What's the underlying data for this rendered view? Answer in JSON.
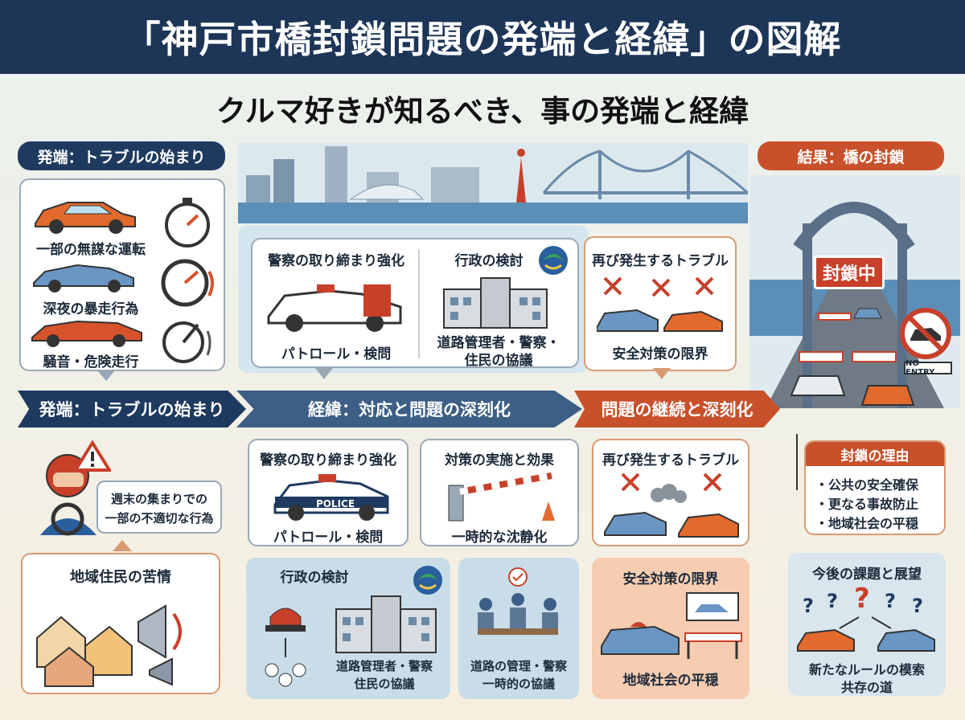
{
  "title": "「神戸市橋封鎖問題の発端と経緯」の図解",
  "subtitle": "クルマ好きが知るべき、事の発端と経緯",
  "left": {
    "header": "発端：トラブルの始まり",
    "items": [
      "一部の無謀な運転",
      "深夜の暴走行為",
      "騒音・危険走行"
    ],
    "speech": [
      "週末の集まりでの",
      "一部の不適切な行為"
    ],
    "complaints_title": "地域住民の苦情"
  },
  "top_mid": {
    "police_title": "警察の取り締まり強化",
    "police_caption": "パトロール・検問",
    "gov_title": "行政の検討",
    "gov_caption": [
      "道路管理者・警察・",
      "住民の協議"
    ]
  },
  "top_right": {
    "title": "再び発生するトラブル",
    "caption": "安全対策の限界"
  },
  "result": {
    "header": "結果：橋の封鎖",
    "sign": "封鎖中",
    "no_entry": "NO ENTRY",
    "reasons_title": "封鎖の理由",
    "reasons": [
      "・公共の安全確保",
      "・更なる事故防止",
      "・地域社会の平穏"
    ]
  },
  "flow": {
    "step1": "発端：トラブルの始まり",
    "step2": "経緯：対応と問題の深刻化",
    "step3": "問題の継続と深刻化"
  },
  "mid": {
    "police_title": "警察の取り締まり強化",
    "police_car_text": "POLICE",
    "police_caption": "パトロール・検問",
    "measures_title": "対策の実施と効果",
    "measures_caption": "一時的な沈静化",
    "gov_title": "行政の検討",
    "gov_caption": [
      "道路管理者・警察",
      "住民の協議"
    ],
    "meeting_caption": [
      "道路の管理・警察",
      "一時的の協議"
    ]
  },
  "right_mid": {
    "title": "再び発生するトラブル",
    "limit_title": "安全対策の限界",
    "limit_caption": "地域社会の平穏"
  },
  "future": {
    "title": "今後の課題と展望",
    "caption": [
      "新たなルールの模索",
      "共存の道"
    ]
  },
  "colors": {
    "navy": "#1e3a5f",
    "orange": "#c8502a",
    "flow_blue": "#3d5f86"
  }
}
